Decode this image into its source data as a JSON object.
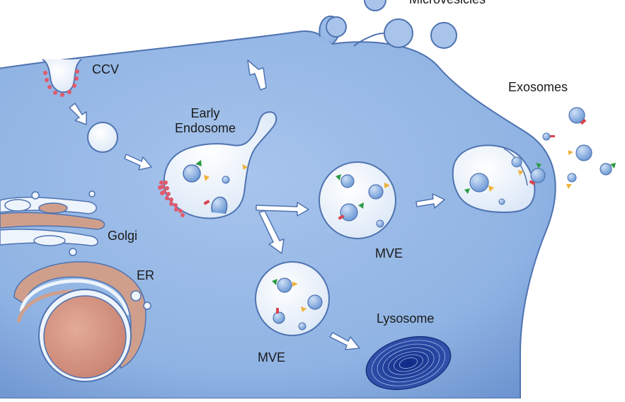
{
  "labels": {
    "microvesicles": "Microvesicles",
    "ccv": "CCV",
    "early_endosome_line1": "Early",
    "early_endosome_line2": "Endosome",
    "exosomes": "Exosomes",
    "golgi": "Golgi",
    "er": "ER",
    "mve_right": "MVE",
    "mve_bottom": "MVE",
    "lysosome": "Lysosome"
  },
  "colors": {
    "cytoplasm": "#8fb3e3",
    "membrane": "#4f73b1",
    "vesicle_fill": "#eef4fc",
    "intralumenal_vesicle": "#7fa8de",
    "clathrin_coat": "#e15a6b",
    "golgi_er": "#cf9f8c",
    "nucleus": "#d49583",
    "lysosome": "#1f3f9a",
    "marker_green": "#2e9b48",
    "marker_yellow": "#f0b13b",
    "marker_red": "#d8444f",
    "arrow": "#ffffff"
  }
}
